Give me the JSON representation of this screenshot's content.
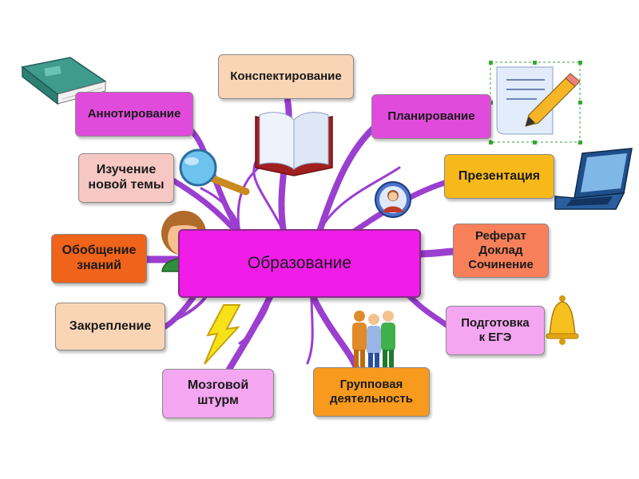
{
  "central": {
    "label": "Образование"
  },
  "nodes": [
    {
      "id": "annotation",
      "label": "Аннотирование"
    },
    {
      "id": "notes",
      "label": "Конспектирование"
    },
    {
      "id": "planning",
      "label": "Планирование"
    },
    {
      "id": "new-topic",
      "label": "Изучение\nновой темы"
    },
    {
      "id": "presentation",
      "label": "Презентация"
    },
    {
      "id": "generalization",
      "label": "Обобщение\nзнаний"
    },
    {
      "id": "report",
      "label": "Реферат\nДоклад\nСочинение"
    },
    {
      "id": "consolidation",
      "label": "Закрепление"
    },
    {
      "id": "exam-prep",
      "label": "Подготовка\nк ЕГЭ"
    },
    {
      "id": "brainstorm",
      "label": "Мозговой\nштурм"
    },
    {
      "id": "group-work",
      "label": "Групповая\nдеятельность"
    }
  ],
  "icons": [
    "book-icon",
    "open-book-icon",
    "notepad-pencil-icon",
    "magnifier-icon",
    "laptop-icon",
    "user-avatar-icon",
    "person-icon",
    "bell-icon",
    "lightning-icon",
    "people-group-icon"
  ],
  "colors": {
    "central": "#f11ce8",
    "branches": "#9b3fd0"
  }
}
